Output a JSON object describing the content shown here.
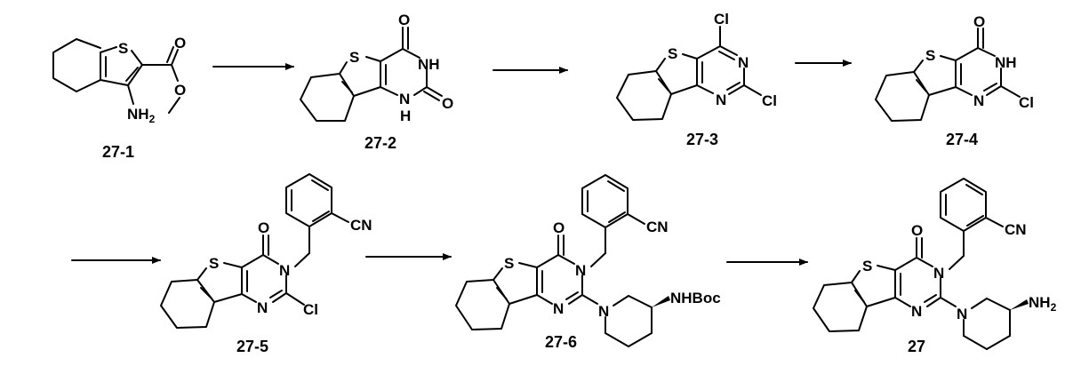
{
  "scheme": {
    "title": "",
    "compounds": [
      {
        "id": "27-1",
        "label": "27-1",
        "atoms": [
          "S",
          "O",
          "O",
          "NH2"
        ]
      },
      {
        "id": "27-2",
        "label": "27-2",
        "atoms": [
          "S",
          "O",
          "NH",
          "O",
          "N",
          "H"
        ]
      },
      {
        "id": "27-3",
        "label": "27-3",
        "atoms": [
          "Cl",
          "S",
          "N",
          "N",
          "Cl"
        ]
      },
      {
        "id": "27-4",
        "label": "27-4",
        "atoms": [
          "O",
          "S",
          "NH",
          "N",
          "Cl"
        ]
      },
      {
        "id": "27-5",
        "label": "27-5",
        "atoms": [
          "O",
          "S",
          "N",
          "N",
          "Cl",
          "CN"
        ]
      },
      {
        "id": "27-6",
        "label": "27-6",
        "atoms": [
          "O",
          "S",
          "N",
          "N",
          "N",
          "NHBoc",
          "CN"
        ]
      },
      {
        "id": "27",
        "label": "27",
        "atoms": [
          "O",
          "S",
          "N",
          "N",
          "N",
          "NH2",
          "CN"
        ]
      }
    ],
    "arrows": [
      {
        "from": "27-1",
        "to": "27-2"
      },
      {
        "from": "27-2",
        "to": "27-3"
      },
      {
        "from": "27-3",
        "to": "27-4"
      },
      {
        "from": "27-4",
        "to": "27-5"
      },
      {
        "from": "27-5",
        "to": "27-6"
      },
      {
        "from": "27-6",
        "to": "27"
      }
    ]
  },
  "text": {
    "S": "S",
    "O": "O",
    "N": "N",
    "NH": "NH",
    "H": "H",
    "Cl": "Cl",
    "CN": "CN",
    "NH2_main": "NH",
    "NH2_sub": "2",
    "NHBoc": "NHBoc"
  }
}
